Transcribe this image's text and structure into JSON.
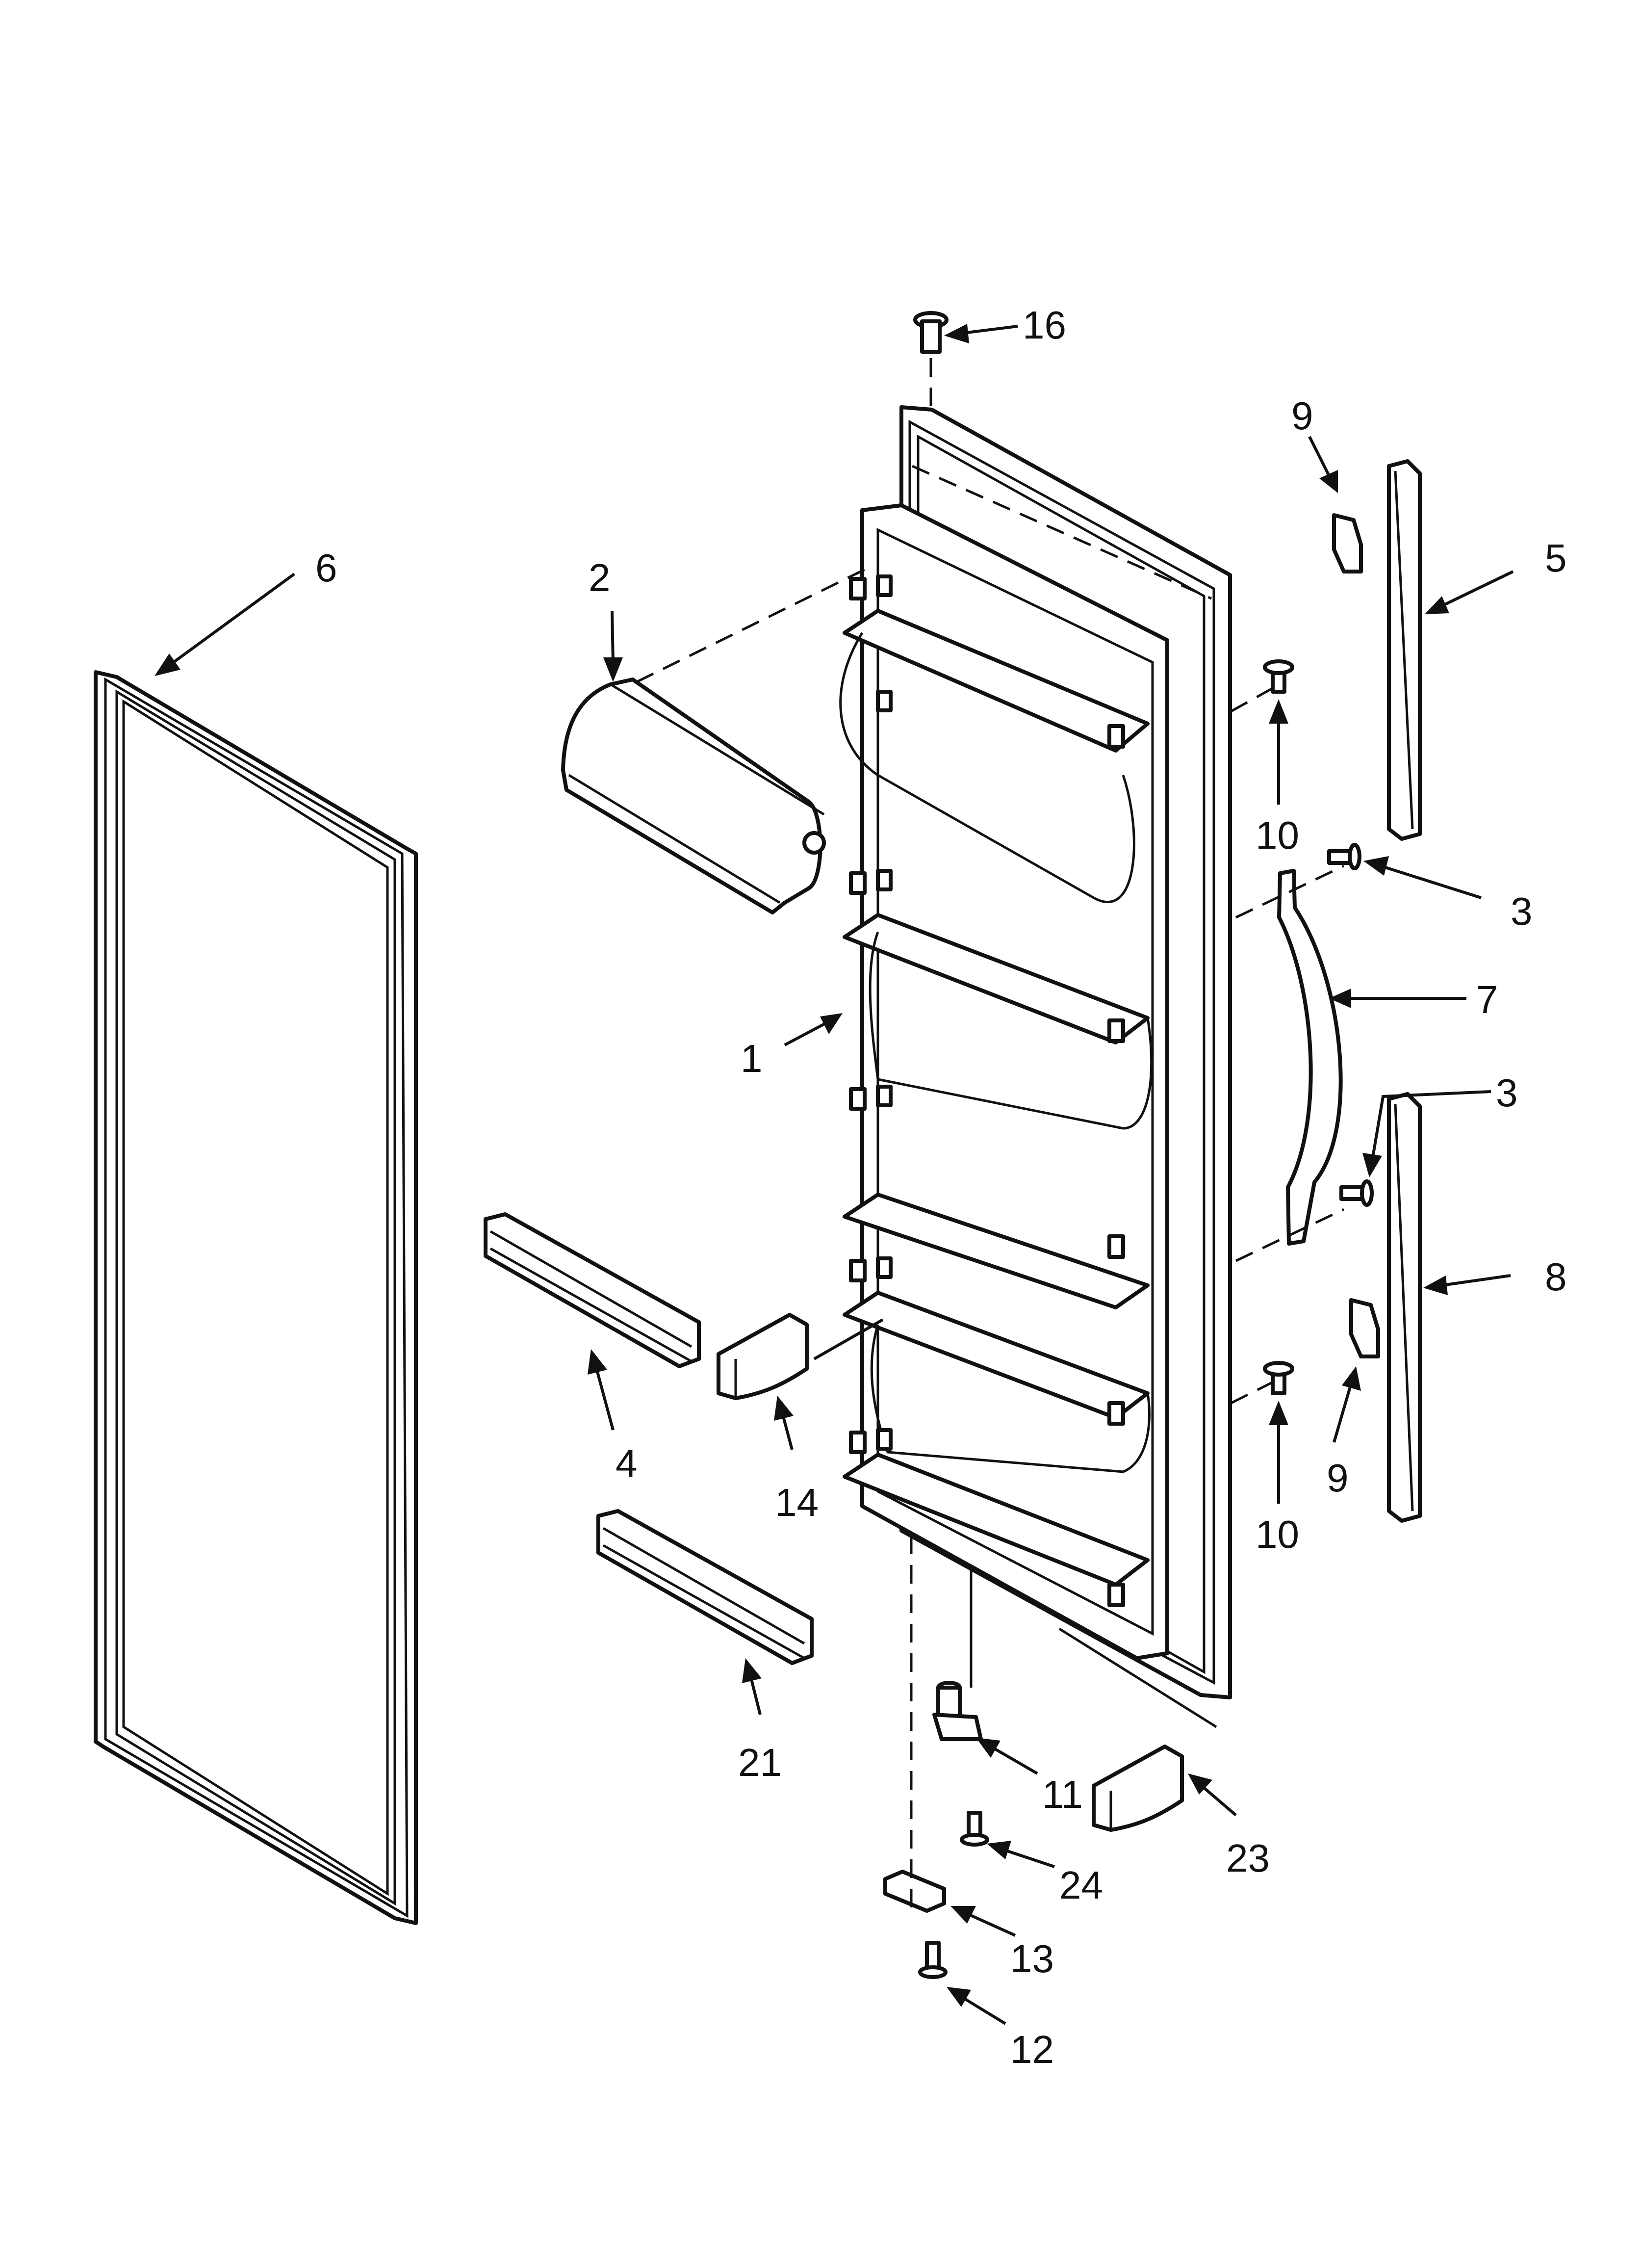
{
  "diagram": {
    "type": "exploded parts diagram",
    "callouts": [
      {
        "id": "c1",
        "label": "1"
      },
      {
        "id": "c2",
        "label": "2"
      },
      {
        "id": "c3a",
        "label": "3"
      },
      {
        "id": "c3b",
        "label": "3"
      },
      {
        "id": "c4",
        "label": "4"
      },
      {
        "id": "c5",
        "label": "5"
      },
      {
        "id": "c6",
        "label": "6"
      },
      {
        "id": "c7",
        "label": "7"
      },
      {
        "id": "c8",
        "label": "8"
      },
      {
        "id": "c9a",
        "label": "9"
      },
      {
        "id": "c9b",
        "label": "9"
      },
      {
        "id": "c10a",
        "label": "10"
      },
      {
        "id": "c10b",
        "label": "10"
      },
      {
        "id": "c11",
        "label": "11"
      },
      {
        "id": "c12",
        "label": "12"
      },
      {
        "id": "c13",
        "label": "13"
      },
      {
        "id": "c14",
        "label": "14"
      },
      {
        "id": "c16",
        "label": "16"
      },
      {
        "id": "c21",
        "label": "21"
      },
      {
        "id": "c23",
        "label": "23"
      },
      {
        "id": "c24",
        "label": "24"
      }
    ]
  }
}
